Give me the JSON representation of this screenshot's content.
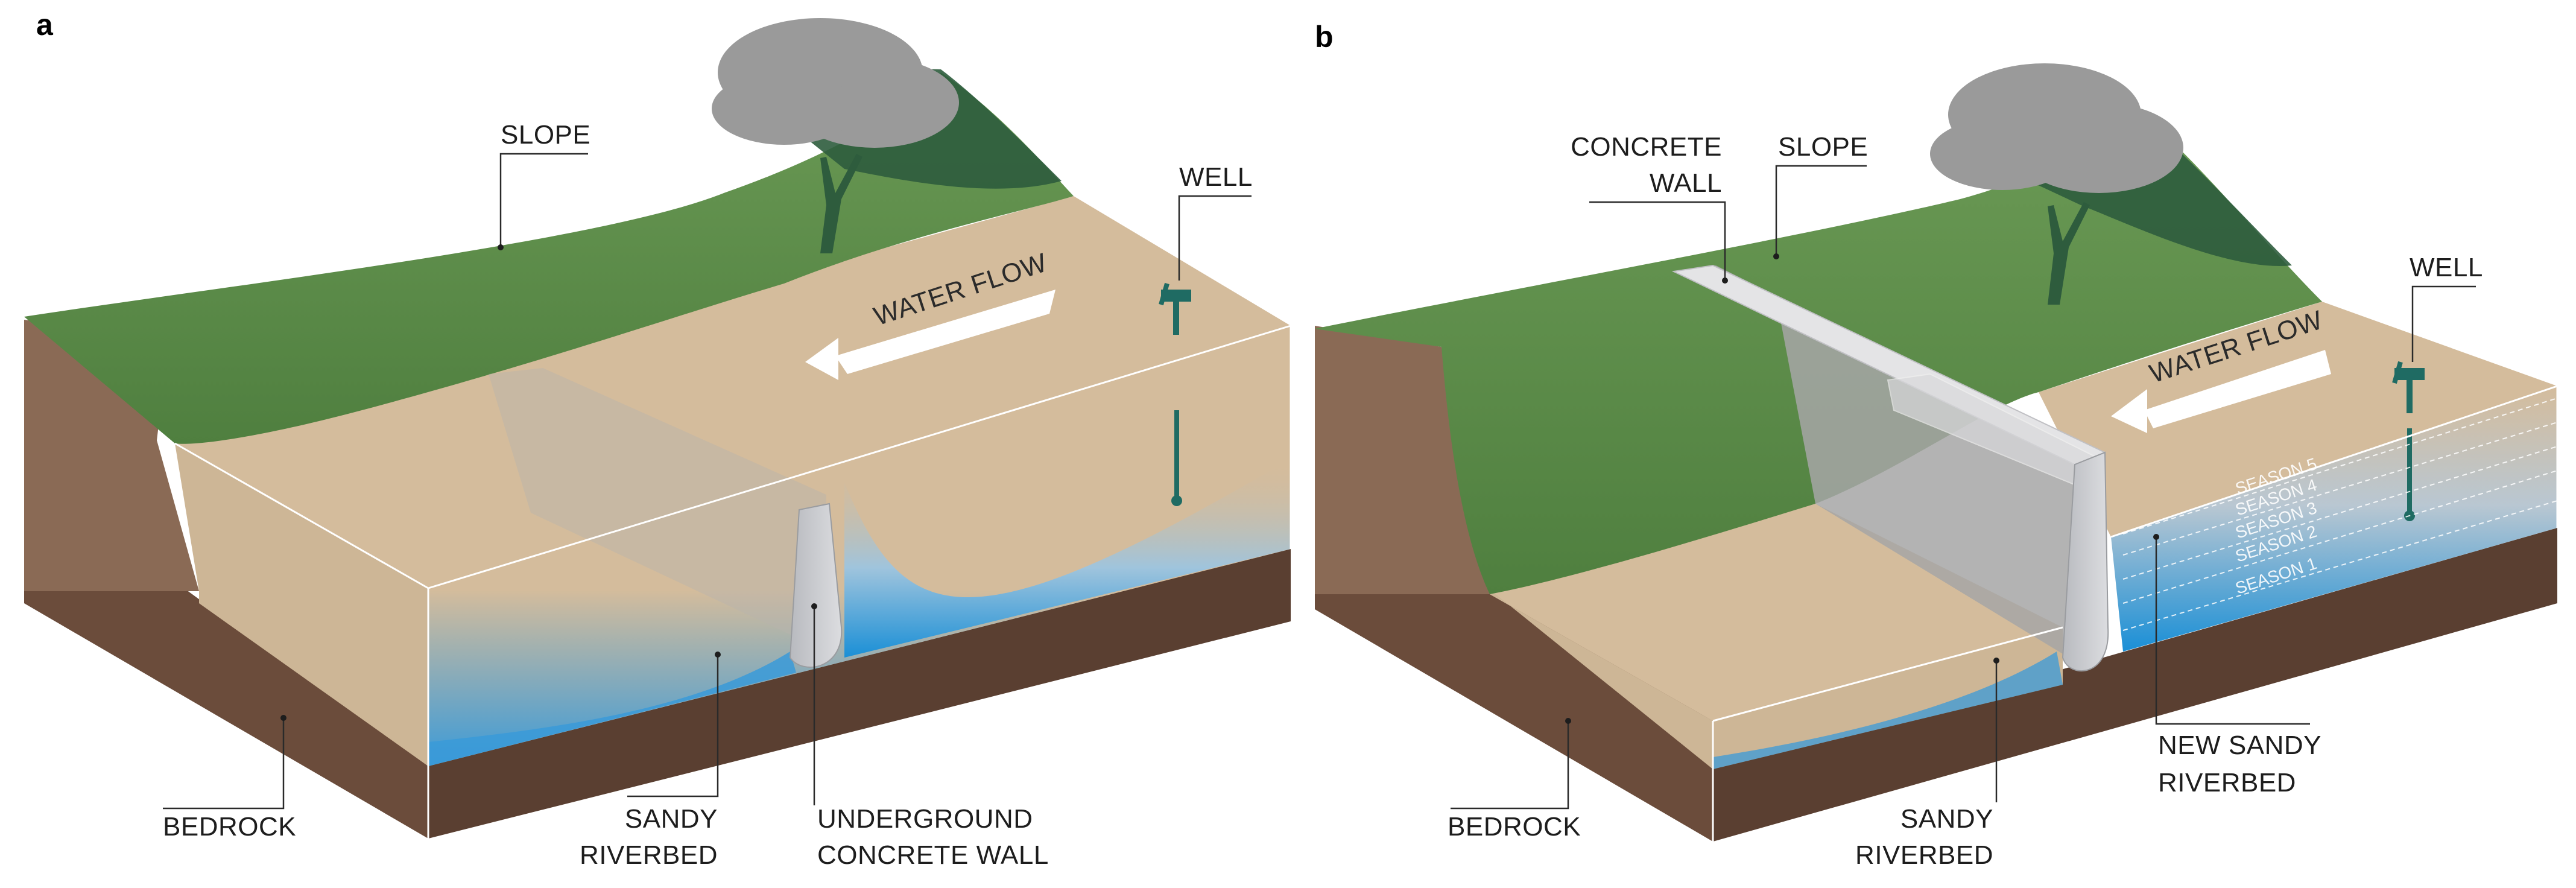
{
  "panels": [
    {
      "letter": "a",
      "labels": {
        "slope": "SLOPE",
        "well": "WELL",
        "water_flow": "WATER FLOW",
        "bedrock": "BEDROCK",
        "sandy_riverbed": [
          "SANDY",
          "RIVERBED"
        ],
        "underground_concrete_wall": [
          "UNDERGROUND",
          "CONCRETE WALL"
        ]
      }
    },
    {
      "letter": "b",
      "labels": {
        "concrete_wall": [
          "CONCRETE",
          "WALL"
        ],
        "slope": "SLOPE",
        "well": "WELL",
        "water_flow": "WATER FLOW",
        "bedrock": "BEDROCK",
        "sandy_riverbed": [
          "SANDY",
          "RIVERBED"
        ],
        "new_sandy_riverbed": [
          "NEW SANDY",
          "RIVERBED"
        ],
        "seasons": [
          "SEASON 5",
          "SEASON 4",
          "SEASON 3",
          "SEASON 2",
          "SEASON 1"
        ]
      }
    }
  ],
  "colors": {
    "slope_green": "#5a8c48",
    "sand": "#d4bc9c",
    "bedrock_brown": "#6b4c3b",
    "cliff_brown": "#8a6a55",
    "water_blue": "#1a8fd6",
    "tree_canopy": "#9a9a9a",
    "tree_shadow": "#2e5c3d",
    "well_teal": "#1f6b63",
    "concrete": "#c9cbd0"
  }
}
